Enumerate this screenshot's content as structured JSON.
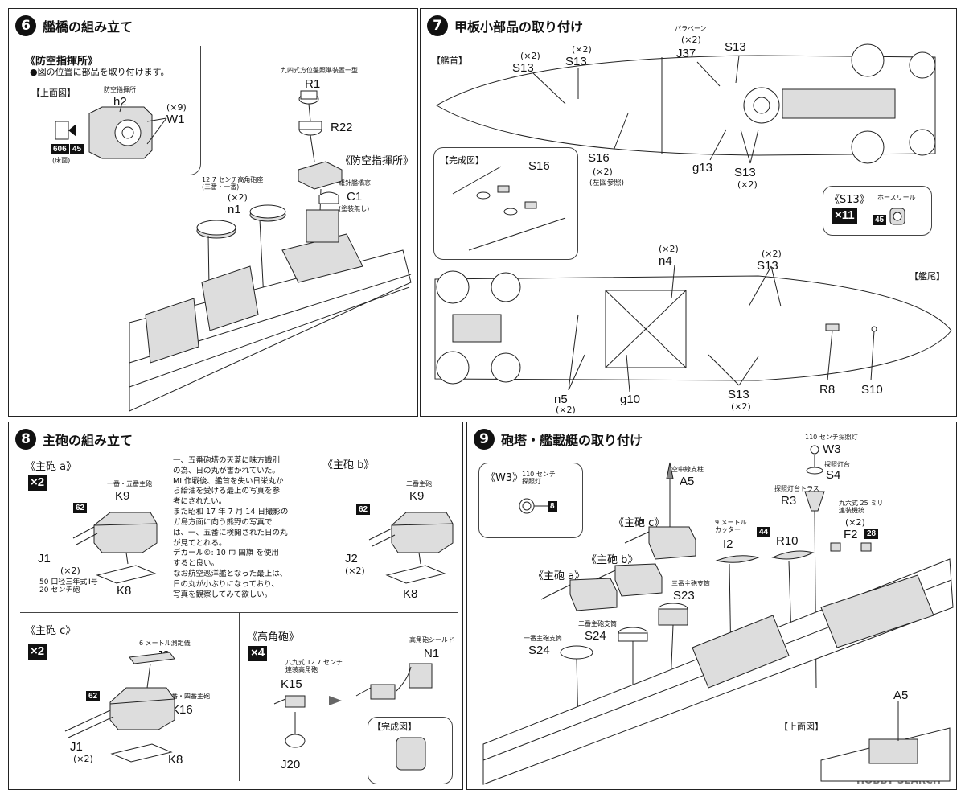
{
  "step6": {
    "num": "6",
    "title": "艦橋の組み立て",
    "sub_title": "《防空指揮所》",
    "instruction": "●図の位置に部品を取り付けます。",
    "top_view": "【上面図】",
    "h2_cap": "防空指揮所",
    "h2": "h2",
    "w1_mult": "(×9)",
    "w1": "W1",
    "badge_606": "606",
    "badge_45": "45",
    "floor": "(床面)",
    "r1_cap": "九四式方位盤照準装置一型",
    "r1": "R1",
    "r22": "R22",
    "bohku": "《防空指揮所》",
    "c1_cap": "羅針艦橋窓",
    "c1": "C1",
    "c1_note": "(塗装無し)",
    "n1_cap": "12.7 センチ高角砲座\n(三番・一番)",
    "n1_mult": "(×2)",
    "n1": "n1"
  },
  "step7": {
    "num": "7",
    "title": "甲板小部品の取り付け",
    "bow": "【艦首】",
    "stern": "【艦尾】",
    "s13a_mult": "(×2)",
    "s13a": "S13",
    "s13b_mult": "(×2)",
    "s13b": "S13",
    "j37_cap": "パラベーン",
    "j37_mult": "(×2)",
    "j37": "J37",
    "s13c": "S13",
    "s16": "S16",
    "s16_mult": "(×2)",
    "s16_note": "(左図参照)",
    "g13": "g13",
    "s13d": "S13",
    "s13d_mult": "(×2)",
    "kansei": "【完成図】",
    "s16_in": "S16",
    "s13_box": "《S13》",
    "s13_box_cap": "ホースリール",
    "x11": "×11",
    "badge_45": "45",
    "n4_mult": "(×2)",
    "n4": "n4",
    "s13e_mult": "(×2)",
    "s13e": "S13",
    "n5": "n5",
    "n5_mult": "(×2)",
    "g10": "g10",
    "s13f": "S13",
    "s13f_mult": "(×2)",
    "r8": "R8",
    "s10": "S10"
  },
  "step8": {
    "num": "8",
    "title": "主砲の組み立て",
    "a_title": "《主砲 a》",
    "x2a": "×2",
    "k9_cap": "一番・五番主砲",
    "k9": "K9",
    "badge_62a": "62",
    "j1": "J1",
    "j1_mult": "(×2)",
    "j1_cap": "50 口径三年式Ⅱ号\n20 センチ砲",
    "k8": "K8",
    "note": "一、五番砲塔の天蓋に味方識別\nの為、日の丸が書かれていた。\nMI 作戦後、艦首を失い日栄丸か\nら給油を受ける最上の写真を参\n考にされたい。\nまた昭和 17 年 7 月 14 日撮影の\nガ島方面に向う熊野の写真で\nは、一、五番に検閲された日の丸\nが見てとれる。\nデカール©: 10 巾 国旗 を使用\nすると良い。\nなお航空巡洋艦となった最上は、\n日の丸が小ぶりになっており、\n写真を観察してみて欲しい。",
    "b_title": "《主砲 b》",
    "k9b_cap": "二番主砲",
    "k9b": "K9",
    "badge_62b": "62",
    "j2": "J2",
    "j2_mult": "(×2)",
    "k8b": "K8",
    "c_title": "《主砲 c》",
    "x2c": "×2",
    "j3_cap": "6 メートル測距儀",
    "j3": "J3",
    "k16_cap": "三番・四番主砲",
    "k16": "K16",
    "badge_62c": "62",
    "j1c": "J1",
    "j1c_mult": "(×2)",
    "k8c": "K8",
    "ha_title": "《高角砲》",
    "x4": "×4",
    "k15_cap": "八九式 12.7 センチ\n連装高角砲",
    "k15": "K15",
    "j20": "J20",
    "n1_cap": "高角砲シールド",
    "n1": "N1",
    "kansei": "【完成図】"
  },
  "step9": {
    "num": "9",
    "title": "砲塔・艦載艇の取り付け",
    "w3_box": "《W3》",
    "w3_box_cap": "110 センチ\n探照灯",
    "badge_8": "8",
    "w3_cap": "110 センチ探照灯",
    "w3": "W3",
    "s4_cap": "探照灯台",
    "s4": "S4",
    "r3_cap": "探照灯台トラス",
    "r3": "R3",
    "a5_cap": "空中線支柱",
    "a5": "A5",
    "c_title": "《主砲 c》",
    "cutter_cap": "9 メートル\nカッター",
    "i2": "I2",
    "badge_44": "44",
    "r10": "R10",
    "f2_cap": "九六式 25 ミリ\n連装機銃",
    "f2_mult": "(×2)",
    "f2": "F2",
    "badge_28": "28",
    "b_title": "《主砲 b》",
    "a_title": "《主砲 a》",
    "s23_cap": "三番主砲支筒",
    "s23": "S23",
    "s24a_cap": "二番主砲支筒",
    "s24a": "S24",
    "s24b_cap": "一番主砲支筒",
    "s24b": "S24",
    "top_view": "【上面図】",
    "a5_top": "A5",
    "watermark": "HOBBY SEARCH"
  }
}
